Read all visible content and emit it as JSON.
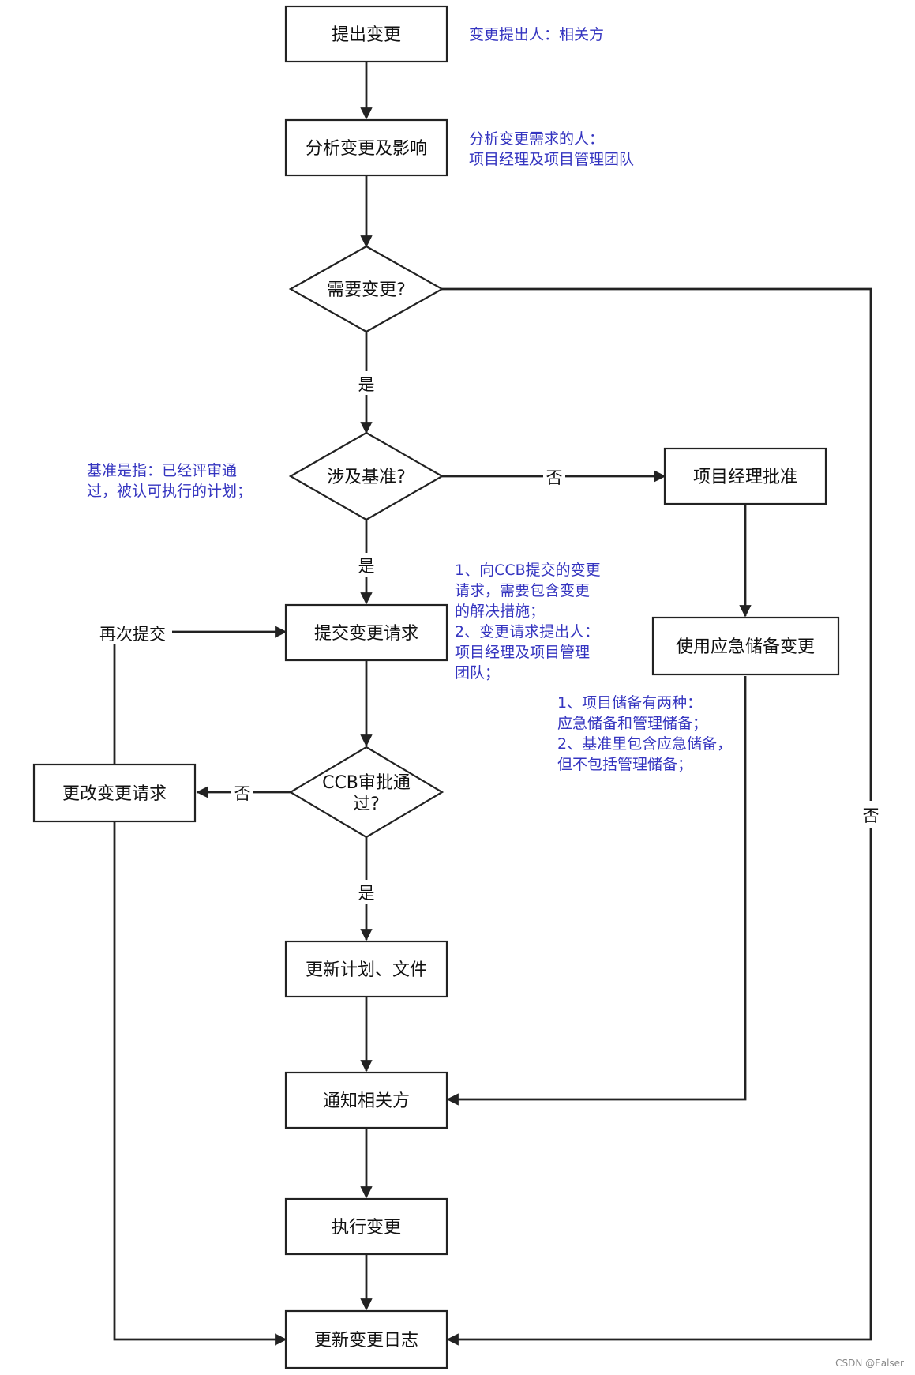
{
  "nodes": {
    "propose": "提出变更",
    "analyze": "分析变更及影响",
    "need_change": "需要变更?",
    "baseline": "涉及基准?",
    "pm_approve": "项目经理批准",
    "use_reserve": "使用应急储备变更",
    "submit": "提交变更请求",
    "ccb": [
      "CCB审批通",
      "过?"
    ],
    "modify": "更改变更请求",
    "update_plan": "更新计划、文件",
    "notify": "通知相关方",
    "execute": "执行变更",
    "update_log": "更新变更日志"
  },
  "edge_labels": {
    "yes1": "是",
    "yes2": "是",
    "yes3": "是",
    "no_baseline": "否",
    "no_ccb": "否",
    "no_need": "否",
    "resubmit": "再次提交"
  },
  "notes": {
    "proposer": [
      "变更提出人：相关方"
    ],
    "analyzer": [
      "分析变更需求的人：",
      "项目经理及项目管理团队"
    ],
    "baseline_def": [
      "基准是指：已经评审通",
      "过，被认可执行的计划；"
    ],
    "ccb_submit": [
      "1、向CCB提交的变更",
      "请求，需要包含变更",
      "的解决措施；",
      "2、变更请求提出人：",
      "项目经理及项目管理",
      "团队；"
    ],
    "reserve": [
      "1、项目储备有两种：",
      "应急储备和管理储备；",
      "2、基准里包含应急储备，",
      "但不包括管理储备；"
    ]
  },
  "watermark": "CSDN @Ealser",
  "colors": {
    "note": "#3535c0",
    "stroke": "#222222"
  }
}
